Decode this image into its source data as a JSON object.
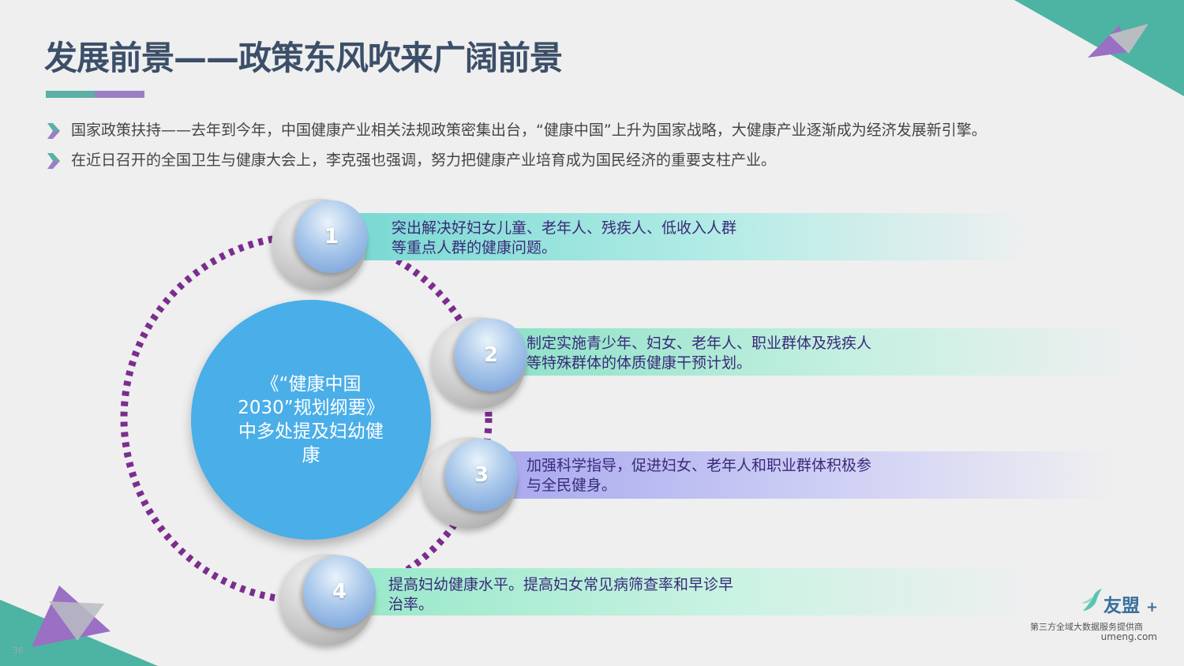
{
  "title": "发展前景——政策东风吹来广阔前景",
  "bullets": [
    "国家政策扶持——去年到今年，中国健康产业相关法规政策密集出台，“健康中国”上升为国家战略，大健康产业逐渐成为经济发展新引擎。",
    "在近日召开的全国卫生与健康大会上，李克强也强调，努力把健康产业培育成为国民经济的重要支柱产业。"
  ],
  "center_text": "《“健康中国2030”规划纲要》中多处提及妇幼健康",
  "items": [
    {
      "num": "1",
      "text": "突出解决好妇女儿童、老年人、残疾人、低收入人群等重点人群的健康问题。"
    },
    {
      "num": "2",
      "text": "制定实施青少年、妇女、老年人、职业群体及残疾人等特殊群体的体质健康干预计划。"
    },
    {
      "num": "3",
      "text": "加强科学指导，促进妇女、老年人和职业群体积极参与全民健身。"
    },
    {
      "num": "4",
      "text": "提高妇幼健康水平。提高妇女常见病筛查率和早诊早治率。"
    }
  ],
  "logo": {
    "name": "友盟",
    "plus": "+",
    "subtitle": "第三方全域大数据服务提供商",
    "url": "umeng.com"
  },
  "page_number": "36",
  "colors": {
    "title": "#3c4f68",
    "teal": "#5bafa5",
    "purple": "#9b7fc4",
    "center": "#4aaee8",
    "dots": "#7b2d8e",
    "item_text": "#3a2a7a"
  },
  "icons": [
    "chevron-bullet-icon",
    "umeng-bird-icon"
  ]
}
